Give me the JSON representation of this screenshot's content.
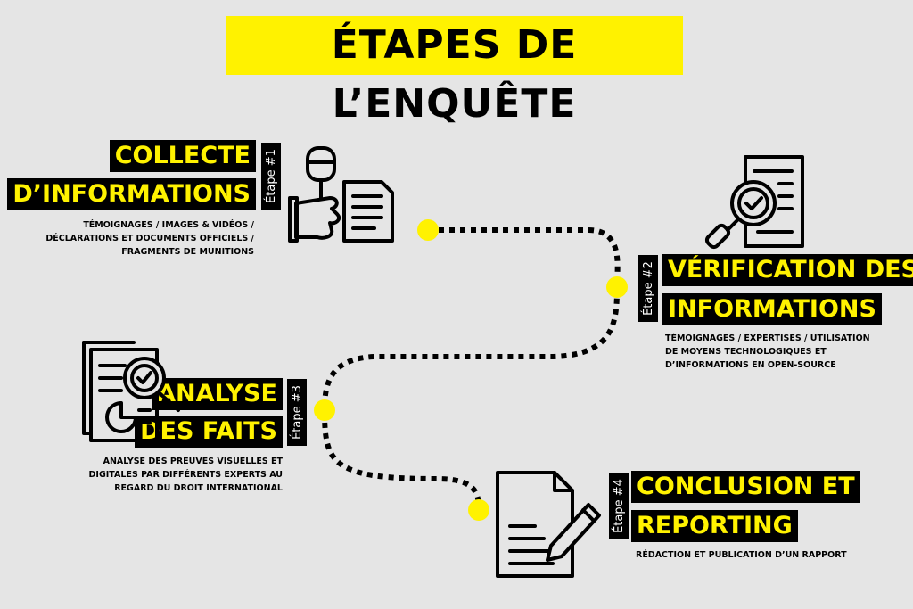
{
  "title": "ÉTAPES DE L’ENQUÊTE",
  "steps": [
    {
      "tag": "Étape #1",
      "heading_lines": [
        "COLLECTE",
        "D’INFORMATIONS"
      ],
      "description_lines": [
        "TÉMOIGNAGES / IMAGES & VIDÉOS /",
        "DÉCLARATIONS ET DOCUMENTS OFFICIELS /",
        "FRAGMENTS DE MUNITIONS"
      ],
      "icon": "microphone-document-icon"
    },
    {
      "tag": "Étape #2",
      "heading_lines": [
        "VÉRIFICATION DES",
        "INFORMATIONS"
      ],
      "description_lines": [
        "TÉMOIGNAGES / EXPERTISES / UTILISATION",
        "DE MOYENS TECHNOLOGIQUES ET",
        "D’INFORMATIONS EN OPEN-SOURCE"
      ],
      "icon": "magnifier-document-icon"
    },
    {
      "tag": "Étape #3",
      "heading_lines": [
        "ANALYSE",
        "DES FAITS"
      ],
      "description_lines": [
        "ANALYSE DES PREUVES VISUELLES ET",
        "DIGITALES PAR DIFFÉRENTS EXPERTS AU",
        "REGARD DU DROIT INTERNATIONAL"
      ],
      "icon": "report-analysis-icon"
    },
    {
      "tag": "Étape #4",
      "heading_lines": [
        "CONCLUSION ET",
        "REPORTING"
      ],
      "description_lines": [
        "RÉDACTION ET PUBLICATION D’UN RAPPORT"
      ],
      "icon": "document-pencil-icon"
    }
  ],
  "colors": {
    "background": "#e5e5e5",
    "accent": "#fff200",
    "dark": "#000000"
  }
}
